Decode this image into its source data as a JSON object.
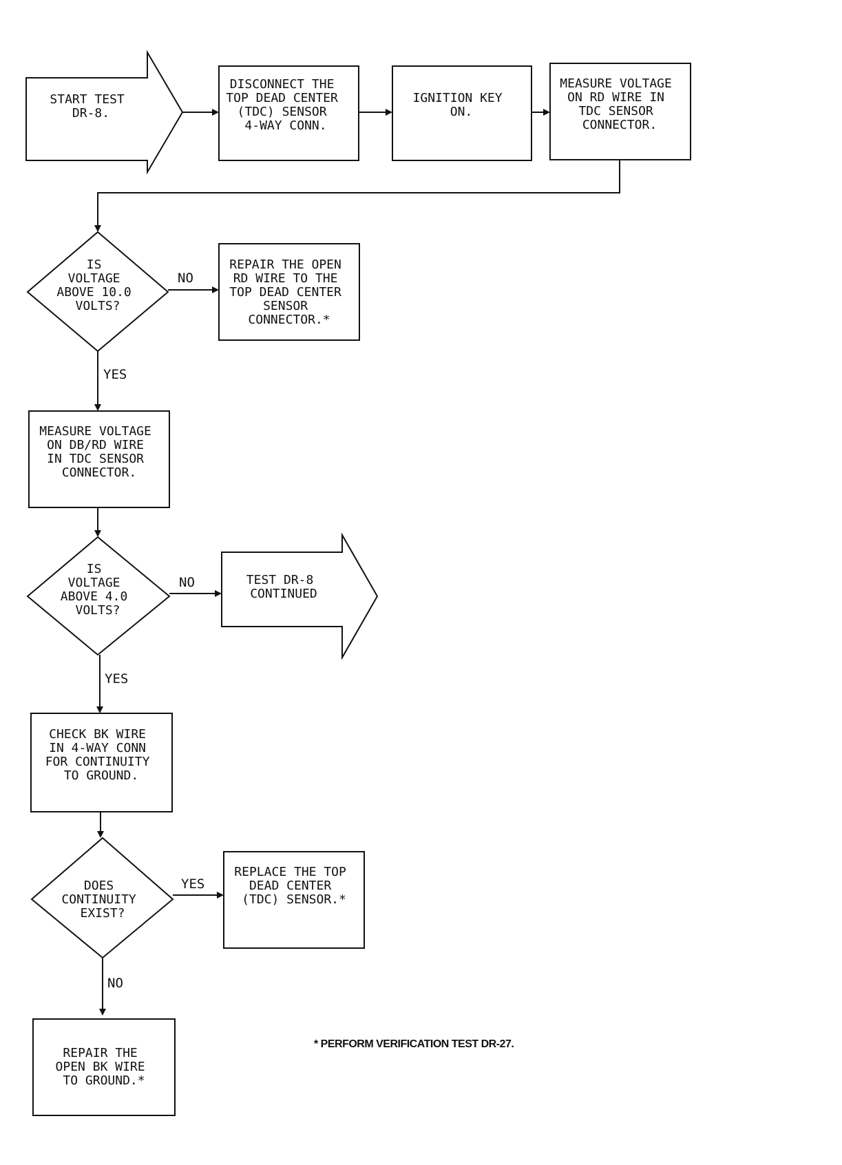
{
  "flowchart": {
    "start": [
      "START TEST",
      "DR-8."
    ],
    "disconnect": [
      "DISCONNECT THE",
      "TOP DEAD CENTER",
      "(TDC) SENSOR",
      "4-WAY CONN."
    ],
    "ignition": [
      "IGNITION KEY",
      "ON."
    ],
    "measure_rd": [
      "MEASURE VOLTAGE",
      "ON RD WIRE IN",
      "TDC SENSOR",
      "CONNECTOR."
    ],
    "q_volt10": [
      "IS",
      "VOLTAGE",
      "ABOVE 10.0",
      "VOLTS?"
    ],
    "repair_rd": [
      "REPAIR THE OPEN",
      "RD WIRE TO THE",
      "TOP DEAD CENTER",
      "SENSOR",
      "CONNECTOR.*"
    ],
    "measure_dbrd": [
      "MEASURE VOLTAGE",
      "ON DB/RD WIRE",
      "IN TDC SENSOR",
      "CONNECTOR."
    ],
    "q_volt4": [
      "IS",
      "VOLTAGE",
      "ABOVE 4.0",
      "VOLTS?"
    ],
    "continued": [
      "TEST DR-8",
      "CONTINUED"
    ],
    "check_bk": [
      "CHECK BK WIRE",
      "IN 4-WAY CONN",
      "FOR CONTINUITY",
      "TO GROUND."
    ],
    "q_continuity": [
      "DOES",
      "CONTINUITY",
      "EXIST?"
    ],
    "replace_tdc": [
      "REPLACE THE TOP",
      "DEAD CENTER",
      "(TDC) SENSOR.*"
    ],
    "repair_bk": [
      "REPAIR THE",
      "OPEN BK WIRE",
      "TO GROUND.*"
    ],
    "labels": {
      "no_1": "NO",
      "yes_1": "YES",
      "no_2": "NO",
      "yes_2": "YES",
      "yes_3": "YES",
      "no_3": "NO"
    }
  },
  "footnote": "* PERFORM VERIFICATION TEST DR-27."
}
